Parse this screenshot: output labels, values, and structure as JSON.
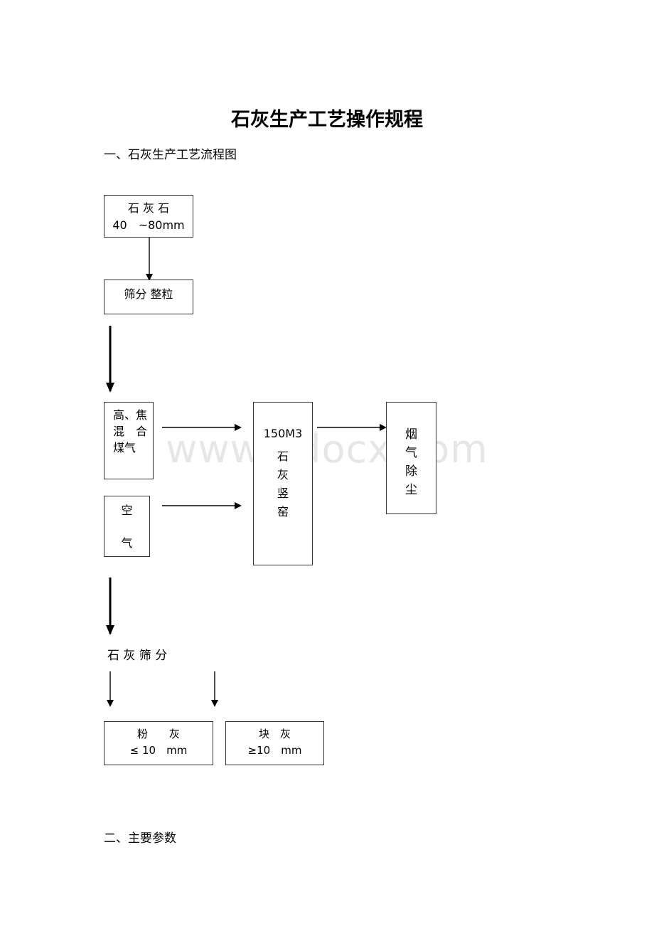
{
  "document": {
    "title": "石灰生产工艺操作规程",
    "section1_heading": "一、石灰生产工艺流程图",
    "section2_heading": "二、主要参数",
    "watermark": "www.bdocx.com"
  },
  "flowchart": {
    "limestone": {
      "line1": "石 灰 石",
      "line2": "40　~80mm"
    },
    "screening": {
      "label": "筛分 整粒"
    },
    "gas": {
      "line1": "高、焦",
      "line2": "混　合",
      "line3": "煤气"
    },
    "air": {
      "line1": "空",
      "line2": "气"
    },
    "kiln": {
      "line1": "150M3",
      "line2": "石",
      "line3": "灰",
      "line4": "竖",
      "line5": "窑"
    },
    "dust": {
      "line1": "烟",
      "line2": "气",
      "line3": "除",
      "line4": "尘"
    },
    "lime_screening": {
      "label": "石 灰 筛 分"
    },
    "powder": {
      "line1": "粉　　灰",
      "line2": "≤ 10　mm"
    },
    "lump": {
      "line1": "块　灰",
      "line2": "≥10　mm"
    }
  }
}
